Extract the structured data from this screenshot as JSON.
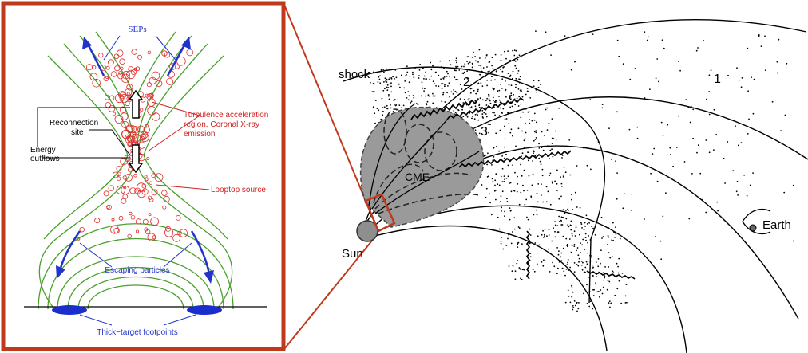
{
  "colors": {
    "inset_border": "#c0391b",
    "field_lines": "#4aa02c",
    "turbulence": "#e03030",
    "labels_blue": "#2233cc",
    "labels_red": "#d42020",
    "footpoints": "#1a2ecc",
    "cme_fill": "#9a9a9a",
    "sun_fill": "#8e8e8e"
  },
  "inset": {
    "seps_label": "SEPs",
    "reconnection_label": [
      "Reconnection",
      "site"
    ],
    "energy_label": [
      "Energy",
      "outflows"
    ],
    "turbulence_label": [
      "Turbulence acceleration",
      "region, Coronal X-ray",
      "emission"
    ],
    "looptop_label": "Looptop source",
    "escaping_label": "Escaping particles",
    "footpoints_label": "Thick−target footpoints"
  },
  "main": {
    "shock_label": "shock",
    "cme_label": "CME",
    "sun_label": "Sun",
    "earth_label": "Earth",
    "region_labels": [
      "1",
      "2",
      "3"
    ]
  }
}
